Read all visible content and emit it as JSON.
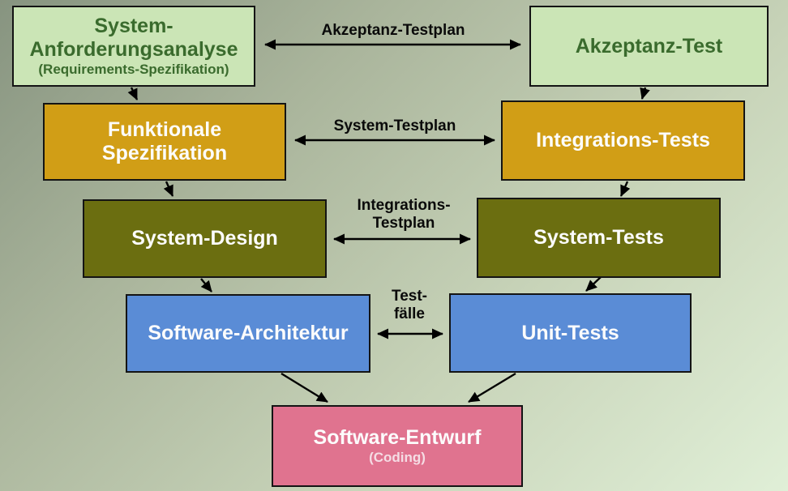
{
  "colors": {
    "background_from": "#879480",
    "background_to": "#e0efd7",
    "box_green_bg": "#cbe5b6",
    "box_green_text": "#3a6b2d",
    "box_gold_bg": "#d19e16",
    "box_olive_bg": "#6b6e10",
    "box_blue_bg": "#5a8cd6",
    "box_pink_bg": "#e0738f",
    "box_light_text": "#fcfcfc",
    "arrow_color": "#000000"
  },
  "diagram": {
    "boxes": {
      "requirements": {
        "lines": [
          "System-",
          "Anforderungsanalyse"
        ],
        "sublabel": "(Requirements-Spezifikation)"
      },
      "acceptance_test": {
        "lines": [
          "Akzeptanz-Test"
        ]
      },
      "functional_spec": {
        "lines": [
          "Funktionale",
          "Spezifikation"
        ]
      },
      "integration_tests": {
        "lines": [
          "Integrations-Tests"
        ]
      },
      "system_design": {
        "lines": [
          "System-Design"
        ]
      },
      "system_tests": {
        "lines": [
          "System-Tests"
        ]
      },
      "software_architecture": {
        "lines": [
          "Software-Architektur"
        ]
      },
      "unit_tests": {
        "lines": [
          "Unit-Tests"
        ]
      },
      "software_design": {
        "lines": [
          "Software-Entwurf"
        ],
        "sublabel": "(Coding)"
      }
    },
    "arrow_labels": {
      "acceptance_testplan": {
        "lines": [
          "Akzeptanz-Testplan"
        ]
      },
      "system_testplan": {
        "lines": [
          "System-Testplan"
        ]
      },
      "integration_testplan": {
        "lines": [
          "Integrations-",
          "Testplan"
        ]
      },
      "test_cases": {
        "lines": [
          "Test-",
          "fälle"
        ]
      }
    }
  }
}
